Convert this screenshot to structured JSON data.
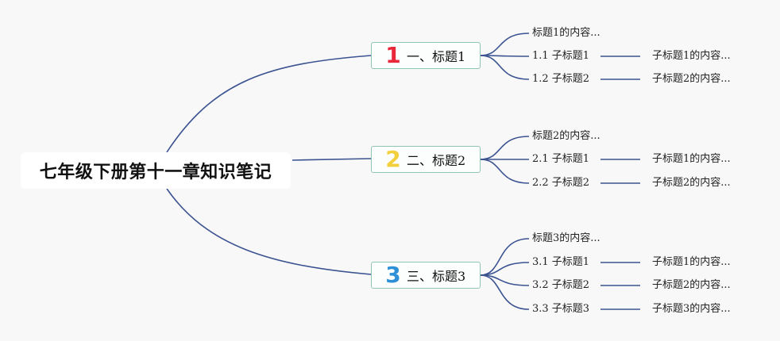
{
  "central_topic": "七年级下册第十一章知识笔记",
  "branches": [
    {
      "number": "1",
      "color": "#e8273b",
      "title": "一、标题1",
      "summary": "标题1的内容...",
      "subs": [
        {
          "label": "1.1 子标题1",
          "content": "子标题1的内容..."
        },
        {
          "label": "1.2 子标题2",
          "content": "子标题2的内容..."
        }
      ]
    },
    {
      "number": "2",
      "color": "#f2d03b",
      "title": "二、标题2",
      "summary": "标题2的内容...",
      "subs": [
        {
          "label": "2.1 子标题1",
          "content": "子标题1的内容..."
        },
        {
          "label": "2.2 子标题2",
          "content": "子标题2的内容..."
        }
      ]
    },
    {
      "number": "3",
      "color": "#2d8fd5",
      "title": "三、标题3",
      "summary": "标题3的内容...",
      "subs": [
        {
          "label": "3.1 子标题1",
          "content": "子标题1的内容..."
        },
        {
          "label": "3.2 子标题2",
          "content": "子标题2的内容..."
        },
        {
          "label": "3.3 子标题3",
          "content": "子标题3的内容..."
        }
      ]
    }
  ],
  "connector_color": "#3b5390"
}
